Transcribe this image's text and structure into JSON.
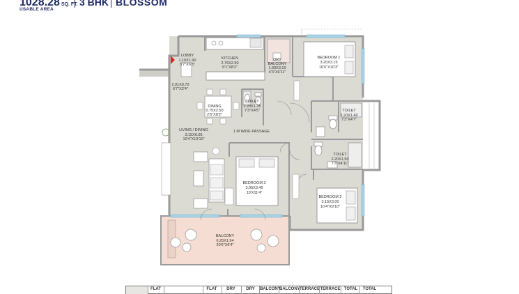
{
  "header": {
    "area": "1028.28",
    "area_unit": "SQ. FT.",
    "area_caption": "USABLE AREA",
    "bhk": "3 BHK",
    "project": "BLOSSOM"
  },
  "plan": {
    "colors": {
      "floor": "#dcdbd3",
      "wall": "#9a9a9a",
      "balcony": "#f6ddd3",
      "glass": "#a9d3e6",
      "entry_marker": "#e0202a"
    },
    "rooms": {
      "lobby": {
        "name": "LOBBY",
        "dims": "1.10X1.90",
        "dims_ft": "3'7\"X6'3\""
      },
      "kitchen": {
        "name": "KITCHEN",
        "dims": "2.76X2.50",
        "dims_ft": "9'1\"X8'2\""
      },
      "dry_balcony": {
        "name": "DRY",
        "name2": "BALCONY",
        "dims": "1.30X3.10",
        "dims_ft": "4'3\"X6'11\""
      },
      "bedroom1": {
        "name": "BEDROOM 1",
        "dims": "3.20X3.15",
        "dims_ft": "10'6\"X10'3\""
      },
      "passage_small": {
        "dims": "2.01X0.70",
        "dims_ft": "6'7\"X2'4\""
      },
      "dining": {
        "name": "DINING",
        "dims": "0.75X2.50",
        "dims_ft": "2'6\"X8'2\""
      },
      "toilet_center": {
        "name": "TOILET",
        "dims": "2.20X1.35",
        "dims_ft": "7'3\"X4'5\""
      },
      "toilet_right_upper": {
        "name": "TOILET",
        "dims": "2.20X1.40",
        "dims_ft": "7'3\"X4'7\""
      },
      "living": {
        "name": "LIVING / DINING",
        "dims": "3.15X6.05",
        "dims_ft": "10'4\"X19'10\""
      },
      "passage": {
        "name": "1 M WIDE PASSAGE"
      },
      "toilet_right_lower": {
        "name": "TOILET",
        "dims": "2.20X1.50",
        "dims_ft": "7'3\"X4'11\""
      },
      "bedroom3": {
        "name": "BEDROOM 3",
        "dims": "3.05X3.45",
        "dims_ft": "10'X11'4\""
      },
      "bedroom2": {
        "name": "BEDROOM 2",
        "dims": "3.15X3.00",
        "dims_ft": "10'4\"X9'10\""
      },
      "balcony": {
        "name": "BALCONY",
        "dims": "6.25X1.94",
        "dims_ft": "20'6\"X6'4\""
      }
    }
  },
  "legend": {
    "columns": [
      "FLAT",
      "FLAT",
      "DRY",
      "DRY",
      "BALCONY",
      "BALCONY",
      "TERRACE",
      "TERRACE",
      "TOTAL",
      "TOTAL"
    ]
  }
}
